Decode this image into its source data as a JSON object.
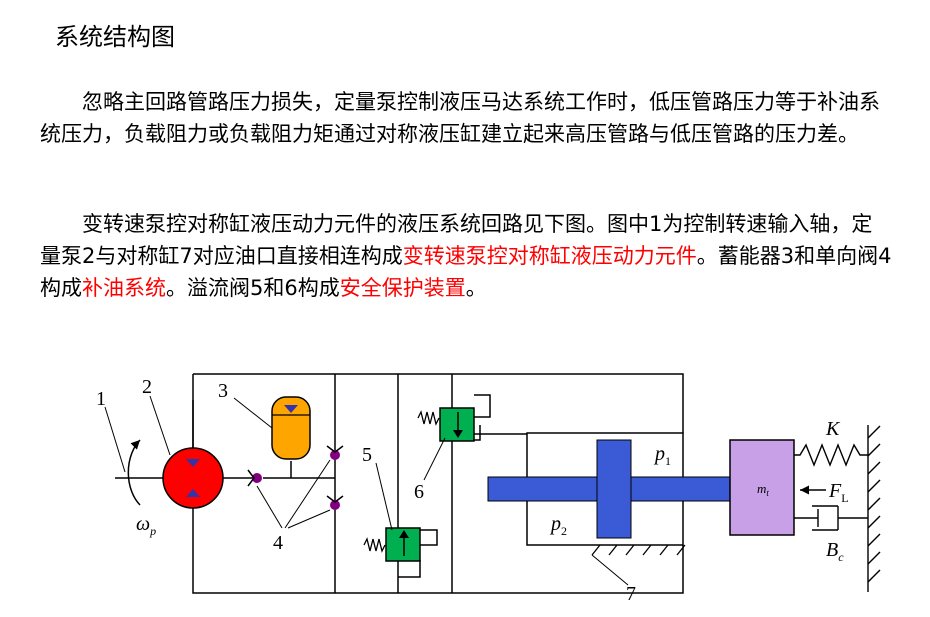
{
  "slide": {
    "title": "系统结构图",
    "para1": "忽略主回路管路压力损失，定量泵控制液压马达系统工作时，低压管路压力等于补油系统压力，负载阻力或负载阻力矩通过对称液压缸建立起来高压管路与低压管路的压力差。",
    "para2": {
      "t1": "变转速泵控对称缸液压动力元件的液压系统回路见下图。图中1为控制转速输入轴，定量泵2与对称缸7对应油口直接相连构成",
      "h1": "变转速泵控对称缸液压动力元件",
      "t2": "。蓄能器3和单向阀4构成",
      "h2": "补油系统",
      "t3": "。溢流阀5和6构成",
      "h3": "安全保护装置",
      "t4": "。"
    }
  },
  "diagram": {
    "labels": {
      "n1": "1",
      "n2": "2",
      "n3": "3",
      "n4": "4",
      "n5": "5",
      "n6": "6",
      "n7": "7",
      "omega": "ω",
      "omega_sub": "p",
      "p1": "p",
      "p1_sub": "1",
      "p2": "p",
      "p2_sub": "2",
      "K": "K",
      "mt": "m",
      "mt_sub": "t",
      "FL": "F",
      "FL_sub": "L",
      "Bc": "B",
      "Bc_sub": "c"
    },
    "colors": {
      "pump": "#ff0000",
      "pump_arrow": "#3333aa",
      "accumulator": "#ffa500",
      "check_ball": "#800080",
      "valve": "#00b050",
      "piston": "#3b5bd6",
      "mass": "#c8a0e8",
      "line": "#000000"
    }
  }
}
